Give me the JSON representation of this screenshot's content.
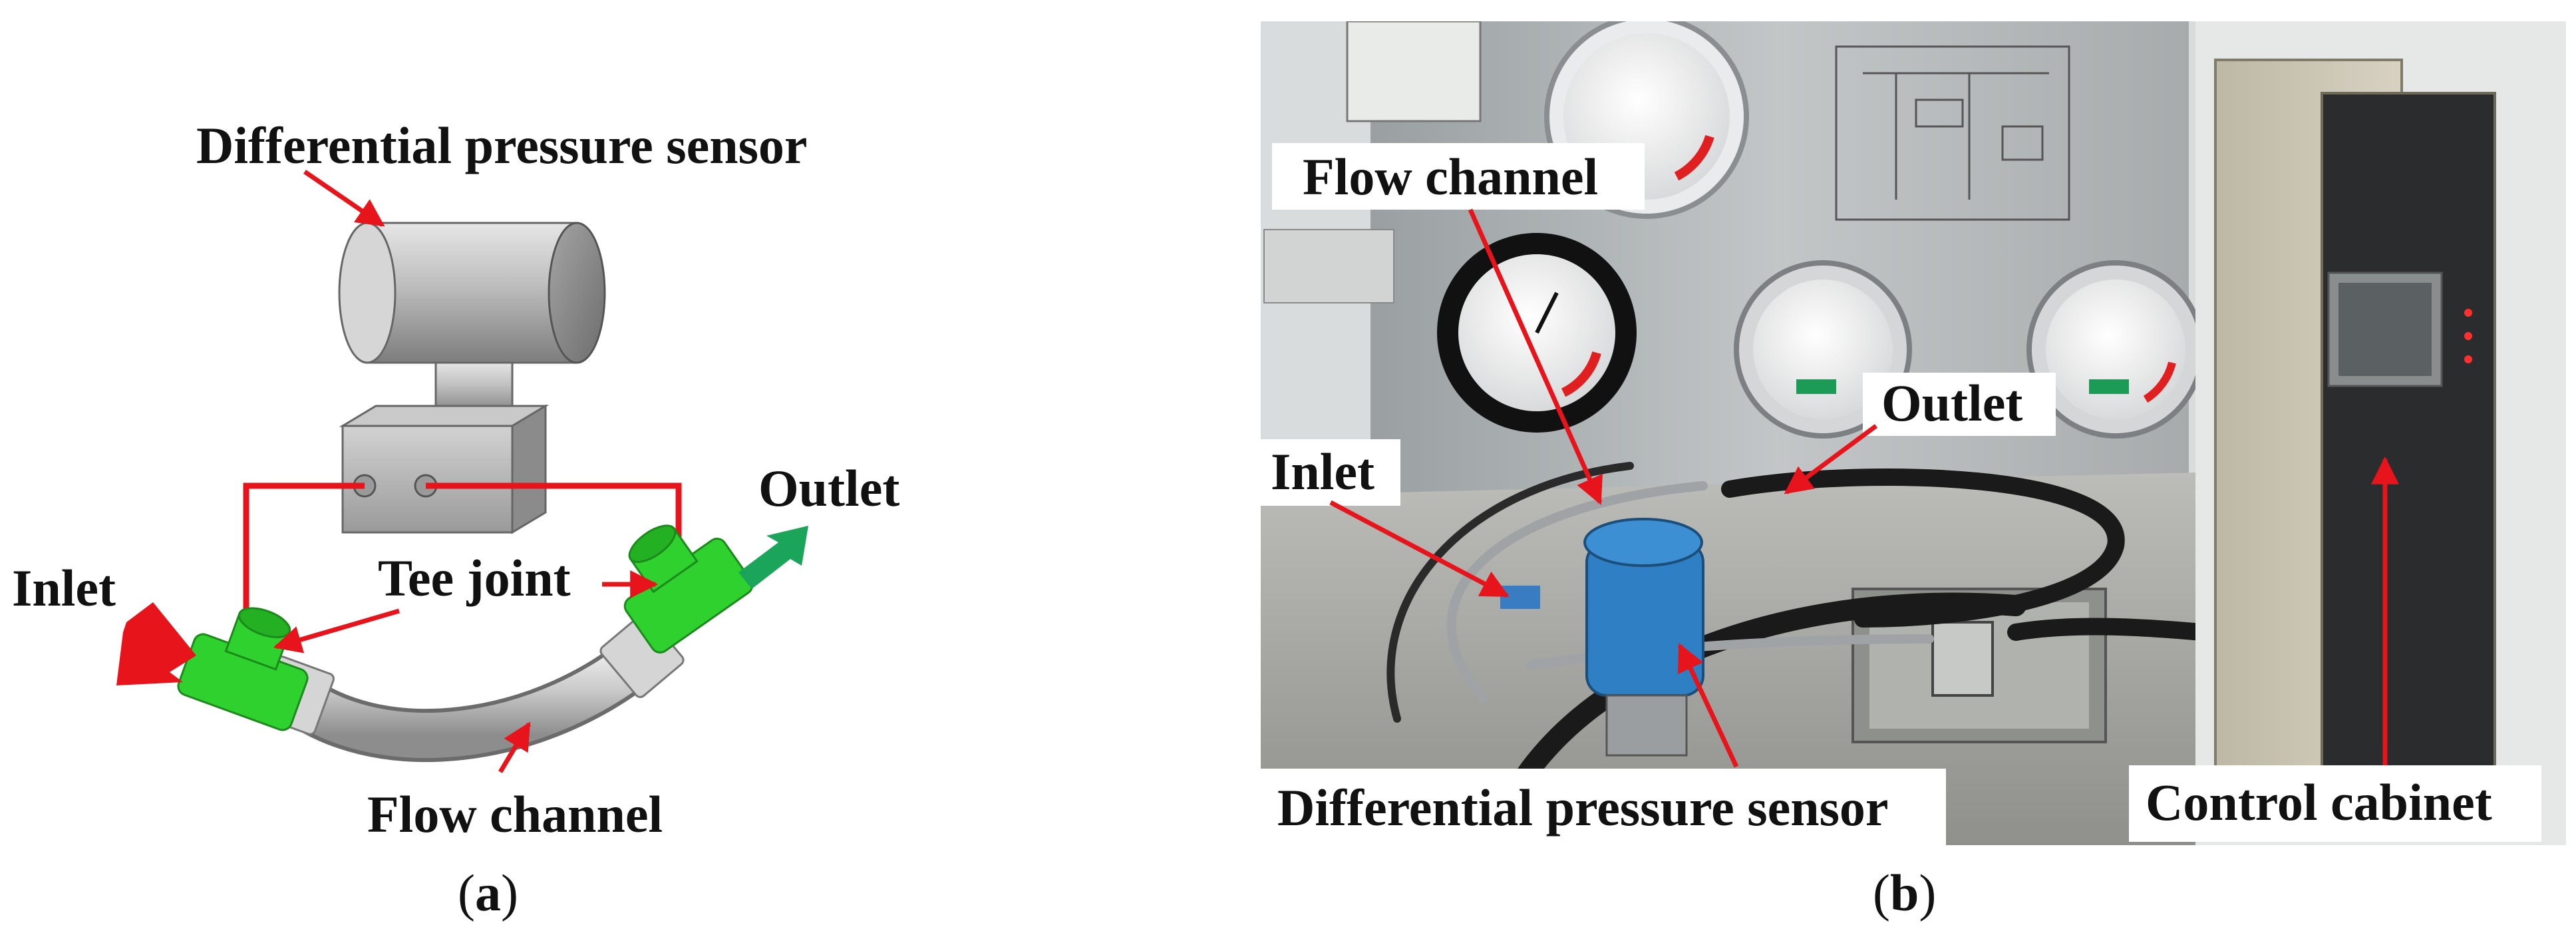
{
  "panel_a": {
    "labels": {
      "sensor": "Differential pressure sensor",
      "outlet": "Outlet",
      "inlet": "Inlet",
      "tee": "Tee joint",
      "channel": "Flow channel"
    },
    "caption_open": "(",
    "caption_letter": "a",
    "caption_close": ")"
  },
  "panel_b": {
    "labels": {
      "channel": "Flow channel",
      "outlet": "Outlet",
      "inlet": "Inlet",
      "sensor": "Differential pressure sensor",
      "cabinet": "Control cabinet"
    },
    "caption_open": "(",
    "caption_letter": "b",
    "caption_close": ")"
  },
  "colors": {
    "annotation": "#e8141b",
    "tee": "#2fd12f",
    "outlet_arrow": "#1aa55a",
    "sensor_body": "#b5b5b5",
    "sensor_blue": "#2f7fc4"
  }
}
